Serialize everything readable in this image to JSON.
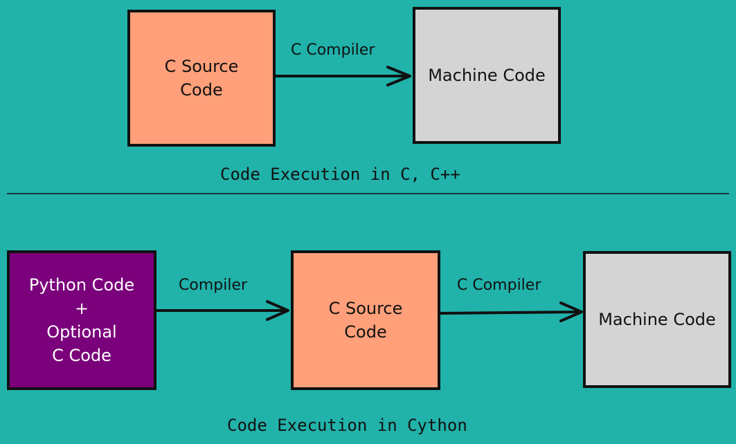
{
  "colors": {
    "background": "#21b2aa",
    "c_source_fill": "#ffa07a",
    "machine_code_fill": "#d4d4d4",
    "python_code_fill": "#7b007b",
    "outline": "#111111",
    "python_text": "#ffffff"
  },
  "top_section": {
    "c_source": "C Source\nCode",
    "arrow_label": "C Compiler",
    "machine_code": "Machine Code",
    "caption": "Code Execution in C, C++"
  },
  "bottom_section": {
    "python_code": "Python Code\n+\nOptional\nC Code",
    "arrow1_label": "Compiler",
    "c_source": "C Source\nCode",
    "arrow2_label": "C Compiler",
    "machine_code": "Machine Code",
    "caption": "Code Execution in Cython"
  }
}
